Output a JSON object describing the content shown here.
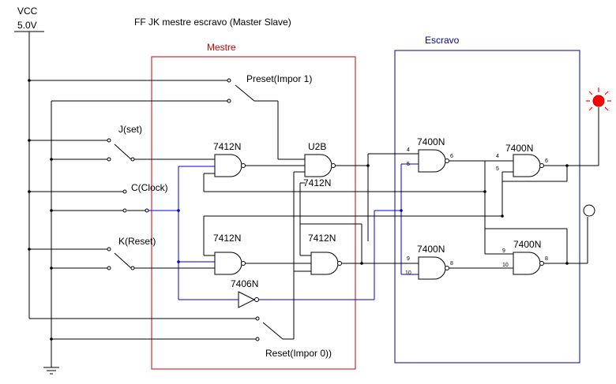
{
  "title": "FF JK mestre escravo (Master Slave)",
  "vcc": {
    "label": "VCC",
    "value": "5.0V"
  },
  "sections": {
    "master": {
      "label": "Mestre",
      "color": "#cc0000"
    },
    "slave": {
      "label": "Escravo",
      "color": "#000099"
    }
  },
  "switches": {
    "preset": "Preset(Impor 1)",
    "j": "J(set)",
    "clock": "C(Clock)",
    "k": "K(Reset)",
    "reset": "Reset(Impor 0))"
  },
  "gates": {
    "g1": "7412N",
    "g2": "U2B",
    "g3": "7412N",
    "g4": "7412N",
    "g5": "7412N",
    "inv": "7406N",
    "s1": "7400N",
    "s2": "7400N",
    "s3": "7400N",
    "s4": "7400N"
  },
  "pins": {
    "s1_in_a": "4",
    "s1_in_b": "5",
    "s1_out": "6",
    "s2_in_a": "4",
    "s2_in_b": "5",
    "s2_out": "6",
    "s3_in_a": "9",
    "s3_in_b": "10",
    "s3_out": "8",
    "s4_in_a": "9",
    "s4_in_b": "10",
    "s4_out": "8"
  },
  "outputs": {
    "q_lamp": {
      "state": "on",
      "color": "#ff0000"
    },
    "qn_lamp": {
      "state": "off",
      "color": "#ffffff"
    }
  }
}
